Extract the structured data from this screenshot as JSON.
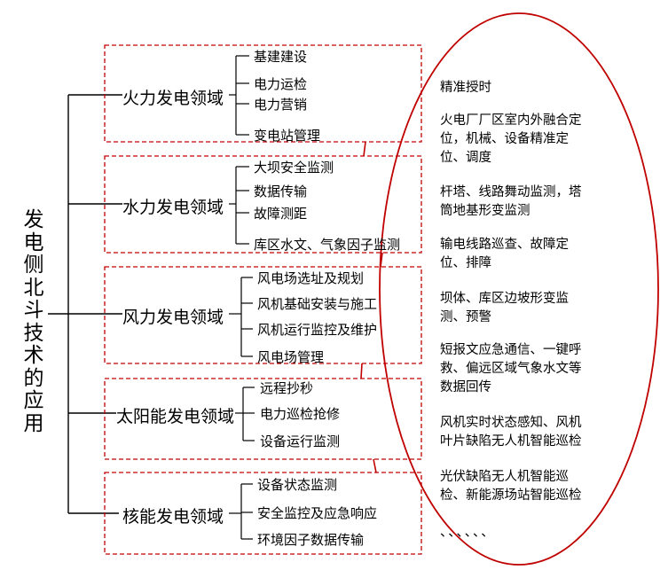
{
  "root": {
    "label": "发电侧北斗技术的应用"
  },
  "domains": [
    {
      "title": "火力发电领域",
      "items": [
        "基建建设",
        "电力运检",
        "电力营销",
        "变电站管理"
      ]
    },
    {
      "title": "水力发电领域",
      "items": [
        "大坝安全监测",
        "数据传输",
        "故障测距",
        "库区水文、气象因子监测"
      ]
    },
    {
      "title": "风力发电领域",
      "items": [
        "风电场选址及规划",
        "风机基础安装与施工",
        "风机运行监控及维护",
        "风电场管理"
      ]
    },
    {
      "title": "太阳能发电领域",
      "items": [
        "远程抄秒",
        "电力巡检抢修",
        "设备运行监测"
      ]
    },
    {
      "title": "核能发电领域",
      "items": [
        "设备状态监测",
        "安全监控及应急响应",
        "环境因子数据传输"
      ]
    }
  ],
  "applications": [
    [
      "精准授时"
    ],
    [
      "火电厂厂区室内外融合定",
      "位，机械、设备精准定",
      "位、调度"
    ],
    [
      "杆塔、线路舞动监测，塔",
      "筒地基形变监测"
    ],
    [
      "输电线路巡查、故障定",
      "位、排障"
    ],
    [
      "坝体、库区边坡形变监",
      "测、预警"
    ],
    [
      "短报文应急通信、一键呼",
      "救、偏远区域气象水文等",
      "数据回传"
    ],
    [
      "风机实时状态感知、风机",
      "叶片缺陷无人机智能巡检"
    ],
    [
      "光伏缺陷无人机智能巡",
      "检、新能源场站智能巡检"
    ],
    [
      "、、、、、、"
    ]
  ],
  "colors": {
    "line": "#000000",
    "box_border": "#c00000",
    "ellipse": "#c00000",
    "text": "#000000"
  }
}
